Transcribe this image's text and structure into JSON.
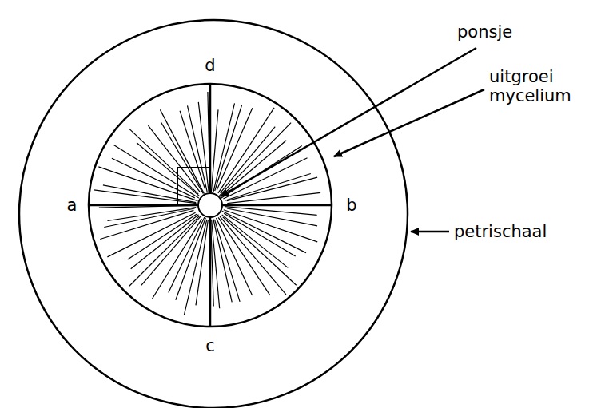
{
  "diagram": {
    "labels": [
      "d",
      "a",
      "b",
      "c",
      "ponsje",
      "uitgroei mycelium",
      "petrischaal"
    ]
  }
}
